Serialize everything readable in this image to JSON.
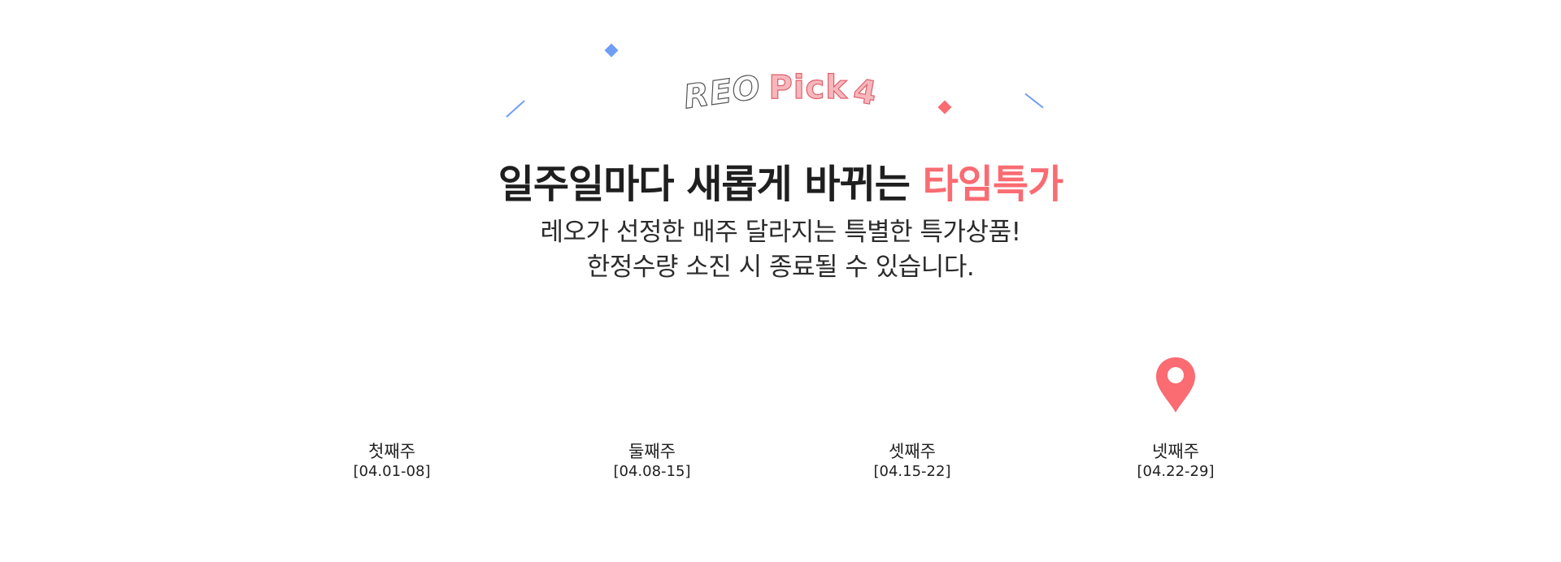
{
  "logo": {
    "word1": "REO",
    "word2": "Pick",
    "word3": "4"
  },
  "headline": {
    "main": "일주일마다 새롭게 바뀌는 ",
    "accent": "타임특가"
  },
  "subtext": {
    "line1": "레오가 선정한 매주 달라지는 특별한 특가상품!",
    "line2": "한정수량 소진 시 종료될 수 있습니다."
  },
  "weeks": [
    {
      "label": "첫째주",
      "date": "[04.01-08]"
    },
    {
      "label": "둘째주",
      "date": "[04.08-15]"
    },
    {
      "label": "셋째주",
      "date": "[04.15-22]"
    },
    {
      "label": "넷째주",
      "date": "[04.22-29]"
    }
  ],
  "active_week_index": 3,
  "colors": {
    "accent": "#fa6b72",
    "deco_blue": "#6f9ef5",
    "text": "#1f1f1f"
  },
  "icons": {
    "marker": "location-pin-icon"
  }
}
